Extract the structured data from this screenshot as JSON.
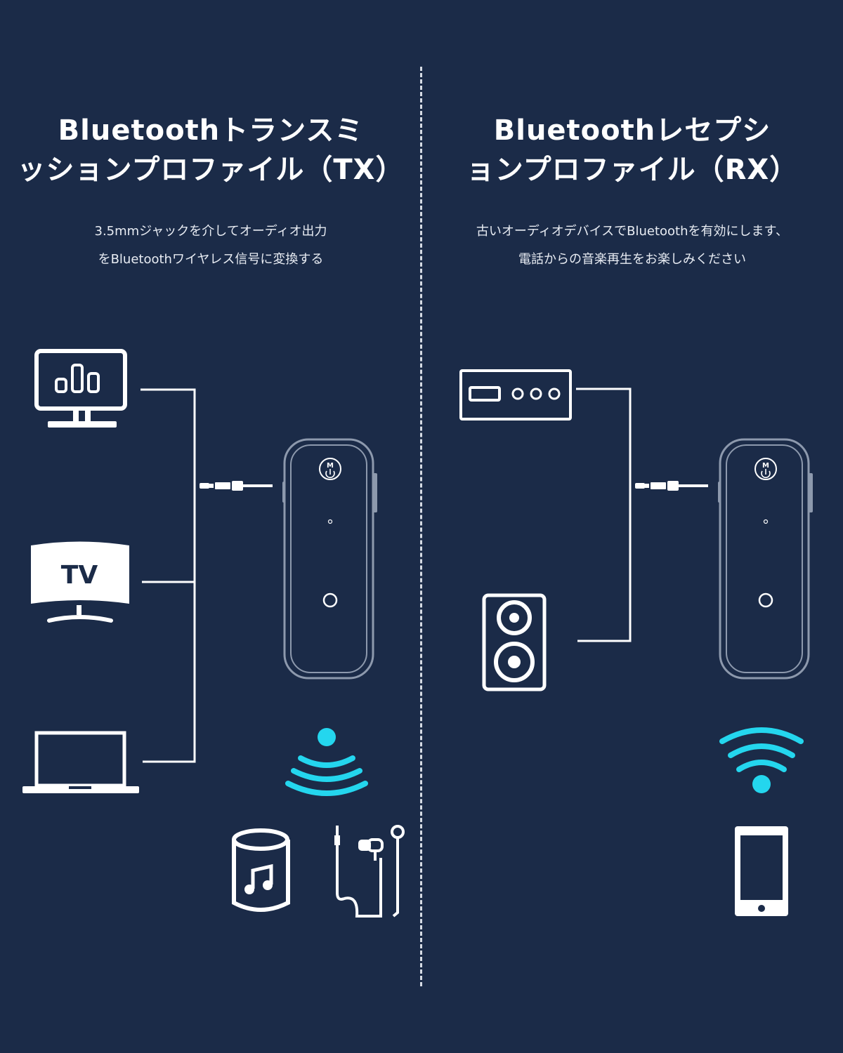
{
  "tx": {
    "title_line1": "Bluetoothトランスミ",
    "title_line2": "ッションプロファイル（TX）",
    "desc_line1": "3.5mmジャックを介してオーディオ出力",
    "desc_line2": "をBluetoothワイヤレス信号に変換する",
    "tv_label": "TV",
    "device_button_label": "M"
  },
  "rx": {
    "title_line1": "Bluetoothレセプシ",
    "title_line2": "ョンプロファイル（RX）",
    "desc_line1": "古いオーディオデバイスでBluetoothを有効にします、",
    "desc_line2": "電話からの音楽再生をお楽しみください",
    "device_button_label": "M"
  },
  "colors": {
    "background": "#1b2b48",
    "line": "#ffffff",
    "signal": "#24d6ee",
    "device_outline": "#8d99ad"
  },
  "icons": {
    "tx_sources": [
      "monitor-chart-icon",
      "tv-icon",
      "laptop-icon"
    ],
    "tx_outputs": [
      "speaker-music-icon",
      "earphones-icon"
    ],
    "rx_sources": [
      "audio-receiver-icon",
      "loudspeaker-icon"
    ],
    "rx_output": "smartphone-icon",
    "tx_signal": "broadcast-signal-icon",
    "rx_signal": "wifi-signal-icon"
  }
}
